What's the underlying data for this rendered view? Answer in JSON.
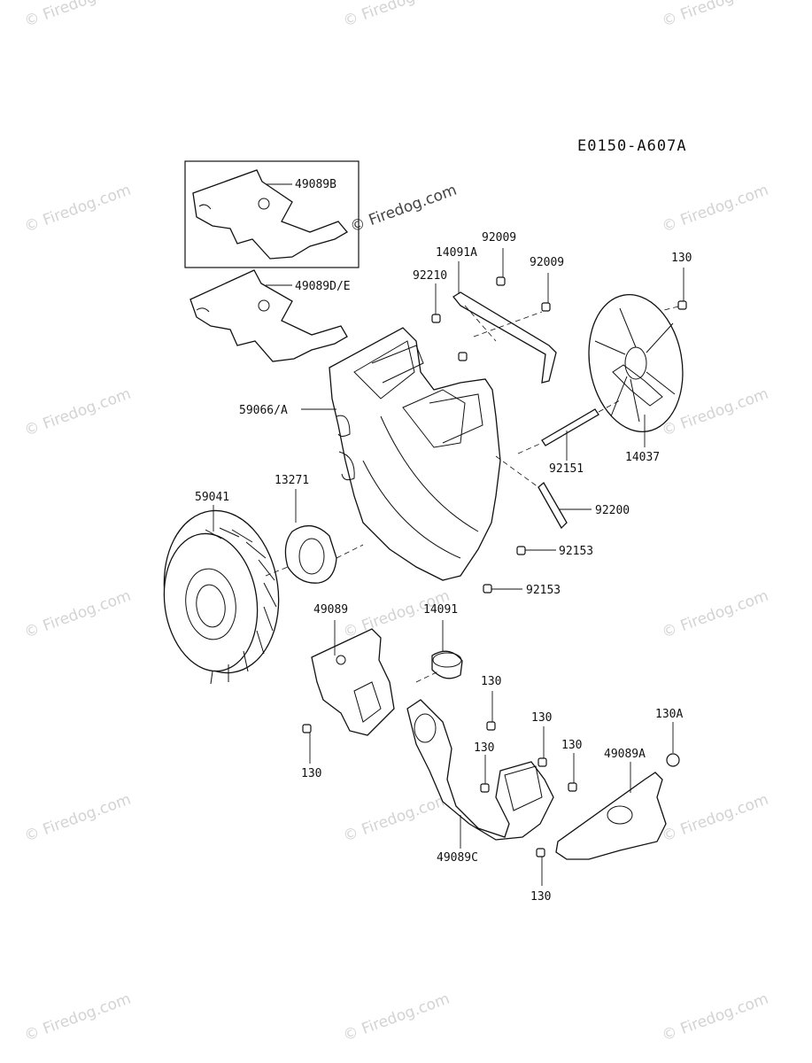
{
  "diagram_code": "E0150-A607A",
  "watermark": "© Firedog.com",
  "parts": {
    "p49089B": "49089B",
    "p49089DE": "49089D/E",
    "p14091A": "14091A",
    "p92009a": "92009",
    "p92009b": "92009",
    "p92210": "92210",
    "p130_top": "130",
    "p59066A": "59066/A",
    "p14037": "14037",
    "p92151": "92151",
    "p92200": "92200",
    "p59041": "59041",
    "p13271": "13271",
    "p92153a": "92153",
    "p92153b": "92153",
    "p49089": "49089",
    "p14091": "14091",
    "p130_a": "130",
    "p130_b": "130",
    "p130_c": "130",
    "p130_d": "130",
    "p130_left": "130",
    "p130_bottom": "130",
    "p130A": "130A",
    "p49089A": "49089A",
    "p49089C": "49089C"
  }
}
